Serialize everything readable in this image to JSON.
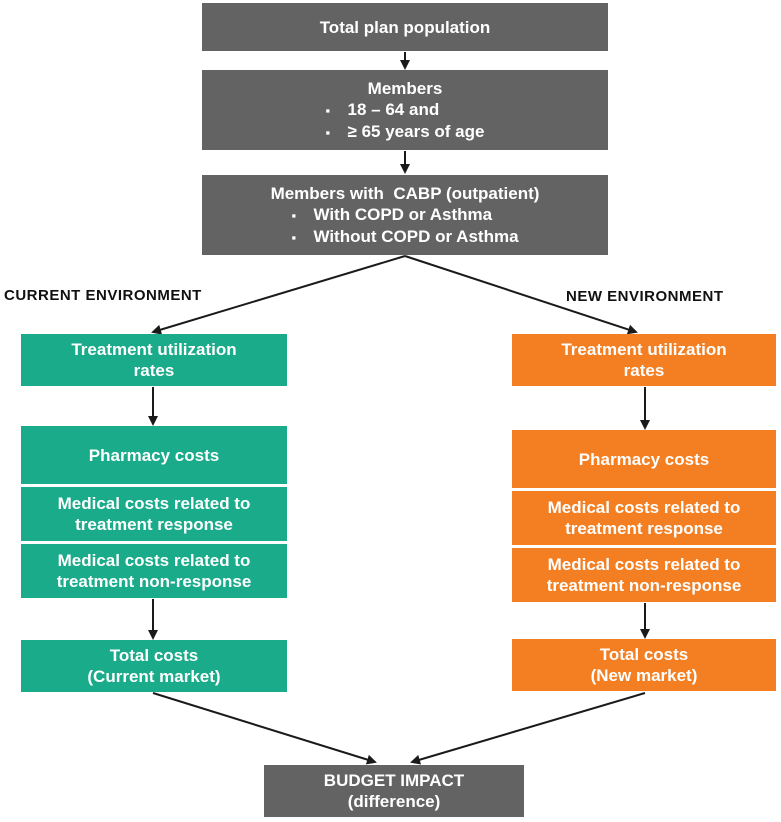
{
  "top": {
    "total_plan": "Total plan population",
    "members_title": "Members",
    "members_items": [
      "18 – 64 and",
      "≥ 65 years of age"
    ],
    "cabp_title": "Members with  CABP (outpatient)",
    "cabp_items": [
      "With COPD or Asthma",
      "Without COPD or Asthma"
    ]
  },
  "current": {
    "label": "CURRENT ENVIRONMENT",
    "utilization": [
      "Treatment utilization",
      "rates"
    ],
    "pharmacy": "Pharmacy costs",
    "response": [
      "Medical costs related to",
      "treatment response"
    ],
    "nonresponse": [
      "Medical costs related to",
      "treatment non-response"
    ],
    "total": [
      "Total costs",
      "(Current market)"
    ]
  },
  "new": {
    "label": "NEW ENVIRONMENT",
    "utilization": [
      "Treatment utilization",
      "rates"
    ],
    "pharmacy": "Pharmacy costs",
    "response": [
      "Medical costs related to",
      "treatment response"
    ],
    "nonresponse": [
      "Medical costs related to",
      "treatment non-response"
    ],
    "total": [
      "Total costs",
      "(New market)"
    ]
  },
  "budget": [
    "BUDGET IMPACT",
    "(difference)"
  ],
  "colors": {
    "gray": "#636363",
    "current": "#1aab8a",
    "new": "#f37f22",
    "arrow": "#1a1a1a"
  }
}
